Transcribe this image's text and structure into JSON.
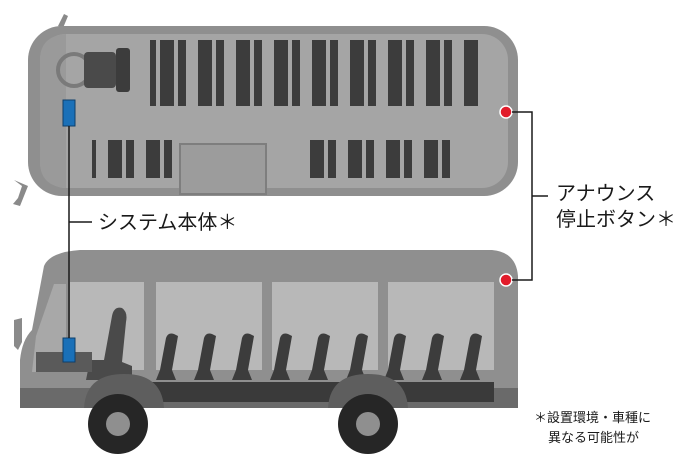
{
  "labels": {
    "system_unit": "システム本体＊",
    "announce_line1": "アナウンス",
    "announce_line2": "停止ボタン＊",
    "note_line1": "＊設置環境・車種に",
    "note_line2": "異なる可能性が"
  },
  "colors": {
    "background": "#ffffff",
    "bus_body": "#8a8a8a",
    "bus_dark": "#4d4d4d",
    "window": "#b8b8b8",
    "seat": "#3c3c3c",
    "tire": "#262626",
    "tire_hub": "#8f8f8f",
    "system_unit": "#1a70b8",
    "button": "#e21b2a",
    "leader_line": "#1a1a1a"
  },
  "icons": {
    "system_unit": "blue-box-icon",
    "announce_button": "red-button-icon"
  }
}
